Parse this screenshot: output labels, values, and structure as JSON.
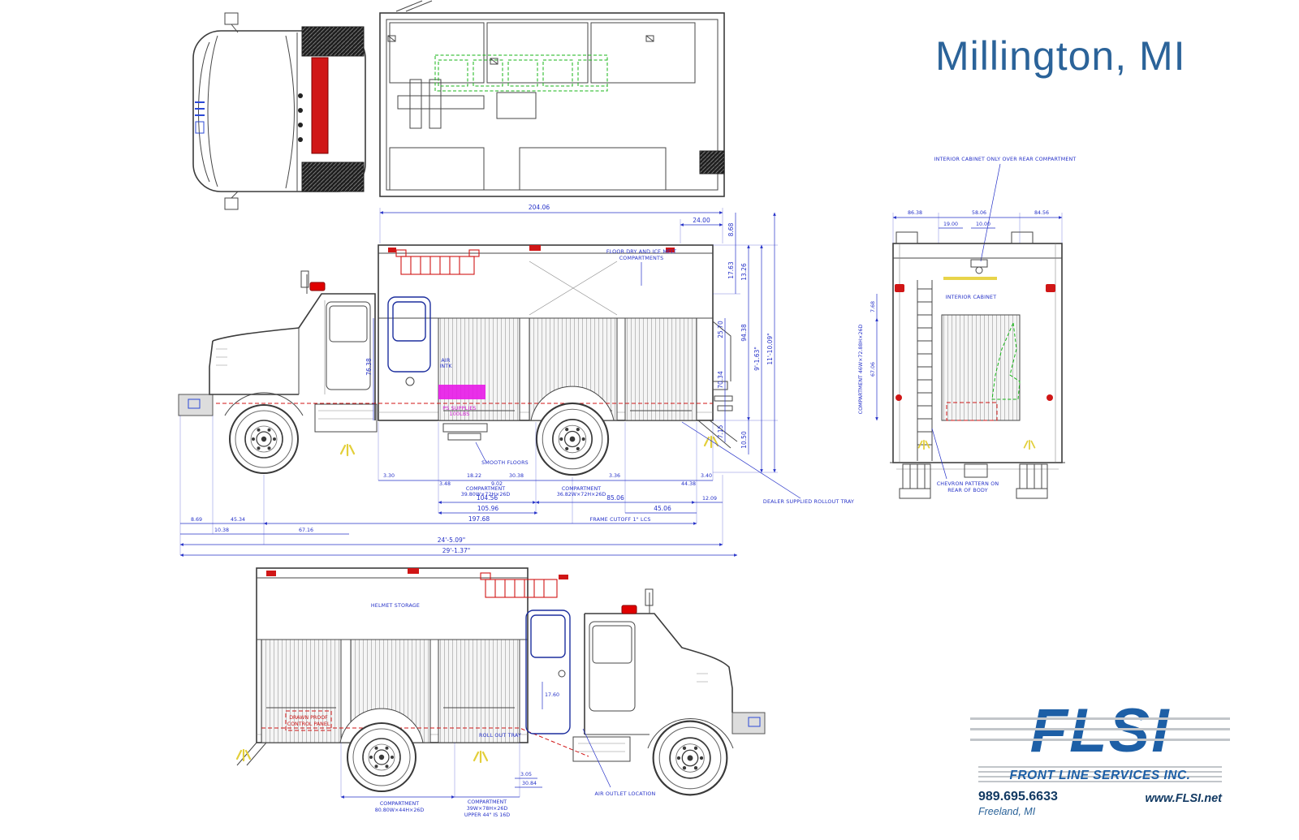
{
  "title": "Millington, MI",
  "logo": {
    "name": "FLSI",
    "company": "FRONT LINE SERVICES INC.",
    "phone": "989.695.6633",
    "website": "www.FLSI.net",
    "city": "Freeland, MI"
  },
  "side": {
    "floor1": "FLOOR DRY AND ICE MELT",
    "floor2": "COMPARTMENTS",
    "air1": "AIR",
    "air2": "INTK",
    "ps1": "PS SUPPLIES",
    "ps2": "100LBS",
    "smooth": "SMOOTH FLOORS",
    "tray": "DEALER SUPPLIED ROLLOUT TRAY",
    "cutoff": "FRAME CUTOFF 1\" LCS",
    "comp1a": "COMPARTMENT",
    "comp1b": "39.80W×72H×26D",
    "comp2a": "COMPARTMENT",
    "comp2b": "36.82W×72H×26D",
    "dims": {
      "len": "204.06",
      "rear": "24.00",
      "h1": "8.68",
      "h2": "17.63",
      "h3": "94.38",
      "h4": "13.26",
      "h5": "76.38",
      "h6": "25.70",
      "h7": "70.34",
      "h8": "7.15",
      "h9": "10.50",
      "ft1": "9'-1.63\"",
      "ft2": "11'-10.09\"",
      "b1": "3.30",
      "b2": "3.48",
      "b3": "18.22",
      "b4": "9.02",
      "b5": "30.38",
      "b6": "3.36",
      "b7": "44.38",
      "b8": "3.40",
      "c1": "104.56",
      "c2": "85.06",
      "c3": "12.09",
      "c4": "105.96",
      "c5": "45.06",
      "e1": "8.69",
      "e2": "45.34",
      "e3": "197.68",
      "f1": "10.38",
      "f2": "67.16",
      "g1": "24'-5.09\"",
      "g2": "29'-1.37\""
    }
  },
  "rear": {
    "callout": "INTERIOR CABINET ONLY OVER REAR COMPARTMENT",
    "cabinet": "INTERIOR CABINET",
    "chev1": "CHEVRON PATTERN ON",
    "chev2": "REAR OF BODY",
    "comp": "COMPARTMENT 46W×72.88H×26D",
    "dims": {
      "w1": "86.38",
      "w2": "58.06",
      "w3": "84.56",
      "t1": "19.00",
      "t2": "10.00",
      "s1": "67.06",
      "s2": "7.68"
    }
  },
  "bottom": {
    "helmet": "HELMET STORAGE",
    "cp1": "DRAWN PROOF",
    "cp2": "CONTROL PANEL",
    "air": "AIR OUTLET LOCATION",
    "tray": "ROLL OUT TRAY",
    "comp1a": "COMPARTMENT",
    "comp1b": "80.80W×44H×26D",
    "comp2a": "COMPARTMENT",
    "comp2b": "39W×78H×26D",
    "comp2c": "UPPER 44\" IS 16D",
    "dims": {
      "door": "17.60",
      "d1": "3.05",
      "d2": "30.84"
    }
  }
}
